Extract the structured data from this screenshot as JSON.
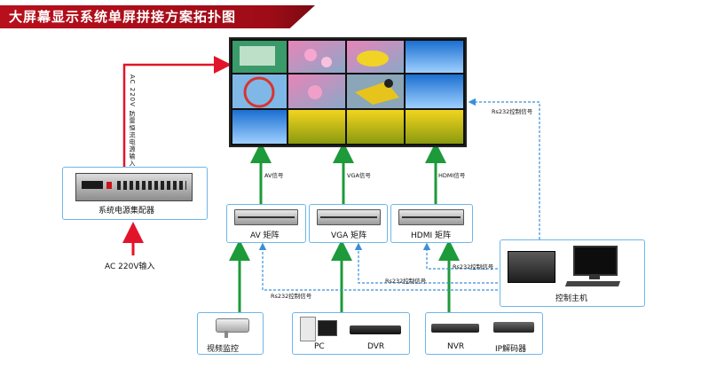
{
  "title": "大屏幕显示系统单屏拼接方案拓扑图",
  "power": {
    "feed_label": "AC 220V 防雷恒流电源输入",
    "device_label": "系统电源集配器",
    "input_label": "AC 220V输入"
  },
  "matrices": [
    {
      "label": "AV 矩阵",
      "signal": "AV信号"
    },
    {
      "label": "VGA 矩阵",
      "signal": "VGA信号"
    },
    {
      "label": "HDMI 矩阵",
      "signal": "HDMI信号"
    }
  ],
  "rs232": {
    "top": "Rs232控制信号",
    "hdmi": "Rs232控制信号",
    "vga": "Rs232控制信号",
    "av": "Rs232控制信号"
  },
  "controller": {
    "label": "控制主机"
  },
  "sources": {
    "camera": "视频监控",
    "pc": "PC",
    "dvr": "DVR",
    "nvr": "NVR",
    "decoder": "IP解码器"
  },
  "colors": {
    "title_bg": "#b80f1c",
    "box_border": "#6fb6e8",
    "green_arrow": "#1d9a3a",
    "red_arrow": "#e2142a",
    "control_dash": "#3a8fd8"
  }
}
